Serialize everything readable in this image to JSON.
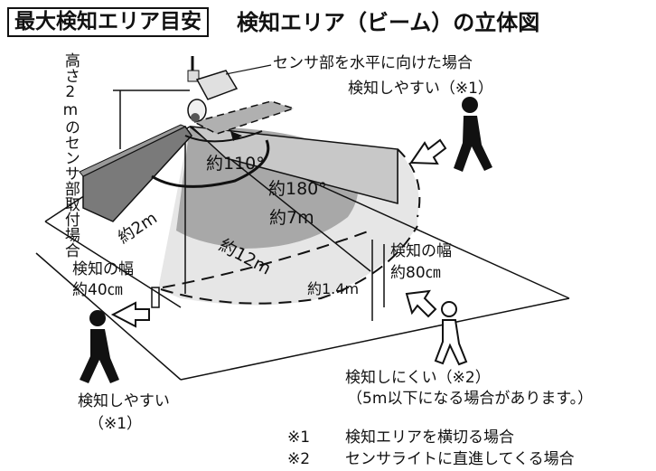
{
  "header": {
    "badge": "最大検知エリア目安",
    "title": "検知エリア（ビーム）の立体図"
  },
  "labels": {
    "sensor_horizontal": "センサ部を水平に向けた場合",
    "easy_detect_top": "検知しやすい（※1）",
    "mount_height": "高さ2mのセンサ部取付場合",
    "angle_110": "約110°",
    "angle_180": "約180°",
    "range_7m": "約7m",
    "range_12m": "約12m",
    "dist_2m": "約2m",
    "width_40_label": "検知の幅",
    "width_40": "約40㎝",
    "width_80_label": "検知の幅",
    "width_80": "約80㎝",
    "height_1_4m": "約1.4m",
    "hard_detect": "検知しにくい（※2）",
    "hard_detect_note": "（5m以下になる場合があります。）",
    "easy_detect_bottom_1": "検知しやすい",
    "easy_detect_bottom_2": "（※1）"
  },
  "notes": [
    {
      "mark": "※1",
      "text": "検知エリアを横切る場合"
    },
    {
      "mark": "※2",
      "text": "センサライトに直進してくる場合"
    }
  ],
  "colors": {
    "far_zone": "#e6e6e6",
    "near_zone": "#a8a8a8",
    "beam_dark": "#7a7a7a",
    "beam_light": "#c8c8c8",
    "line": "#111111"
  }
}
